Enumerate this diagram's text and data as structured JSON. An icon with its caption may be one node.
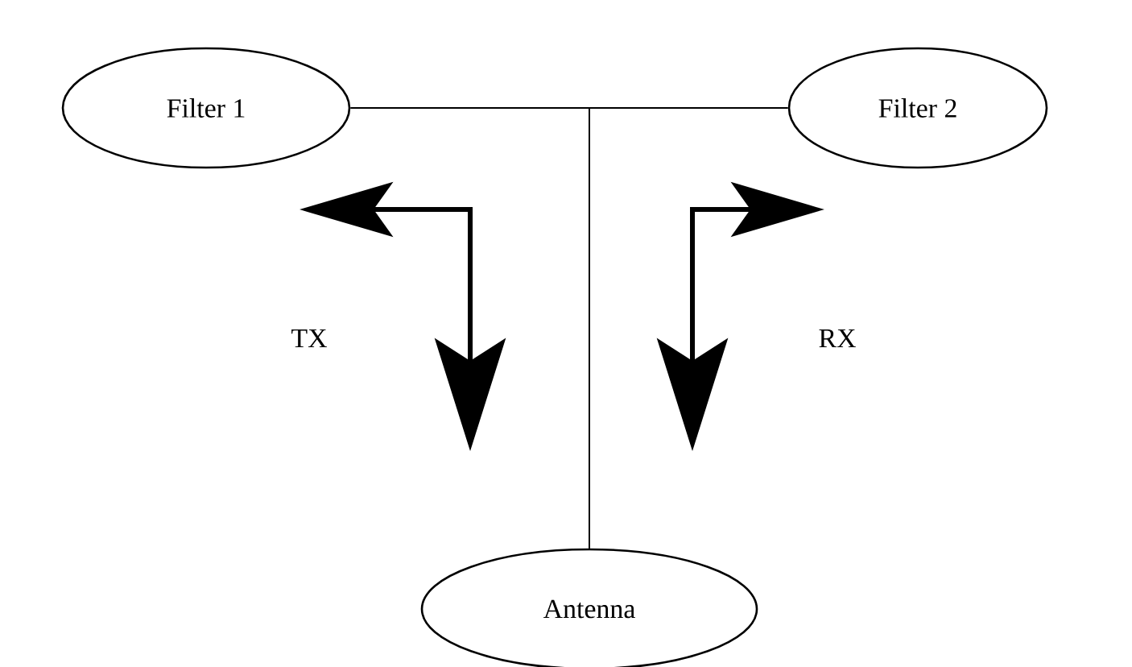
{
  "diagram": {
    "nodes": [
      {
        "text": [
          "Filter 1"
        ]
      },
      {
        "text": [
          "Filter 2"
        ]
      },
      {
        "text": [
          "Antenna"
        ]
      }
    ],
    "edges": [
      {
        "from": 0,
        "to": 2,
        "arrow": "none"
      },
      {
        "from": 1,
        "to": 2,
        "arrow": "none"
      }
    ],
    "labels": [
      "TX",
      "RX"
    ]
  }
}
